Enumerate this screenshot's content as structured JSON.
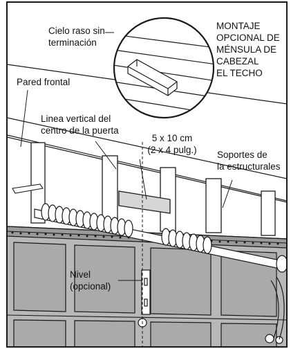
{
  "labels": {
    "ceiling": [
      "Cielo raso sin",
      "terminación"
    ],
    "mount": [
      "MONTAJE",
      "OPCIONAL DE",
      "MÉNSULA DE",
      "CABEZAL",
      "EL TECHO"
    ],
    "front_wall": "Pared frontal",
    "center_line": [
      "Linea vertical del",
      "centro de la puerta"
    ],
    "lumber": [
      "5 x 10 cm",
      "(2 x 4 pulg.)"
    ],
    "supports": [
      "Soportes de",
      "la estructurales"
    ],
    "level": [
      "Nivel",
      "(opcional)"
    ]
  },
  "colors": {
    "line": "#1a1a1a",
    "door_panel": "#b8b8b8",
    "door_rail": "#9a9a9a",
    "background": "#ffffff"
  }
}
